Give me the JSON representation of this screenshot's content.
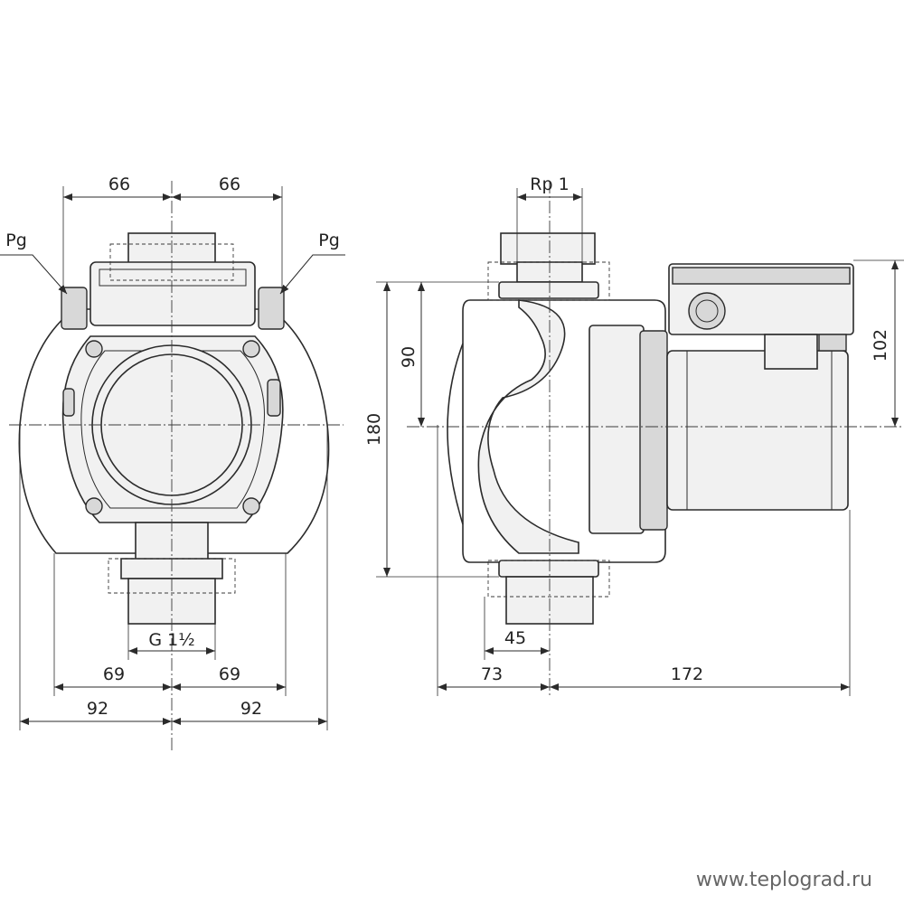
{
  "dimensions": {
    "front_left_66": "66",
    "front_right_66": "66",
    "pg_left": "Pg",
    "pg_right": "Pg",
    "connection_thread": "G 1½",
    "front_left_69": "69",
    "front_right_69": "69",
    "front_left_92": "92",
    "front_right_92": "92",
    "side_rp": "Rp 1",
    "side_90": "90",
    "side_180": "180",
    "side_102": "102",
    "side_45": "45",
    "side_73": "73",
    "side_172": "172"
  },
  "watermark": "www.teplograd.ru"
}
